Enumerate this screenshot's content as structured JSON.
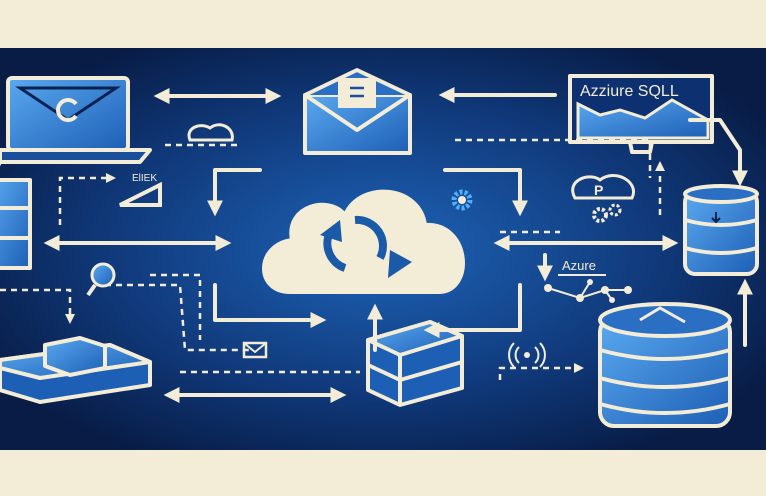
{
  "labels": {
    "monitor_title": "Azziure SQLL",
    "small_label": "ElIEK",
    "azure_label": "Azure"
  },
  "colors": {
    "cream": "#f3ecd6",
    "dark_blue": "#0a2252",
    "mid_blue": "#1a5aa8",
    "icon_blue": "#3b8fe0"
  }
}
